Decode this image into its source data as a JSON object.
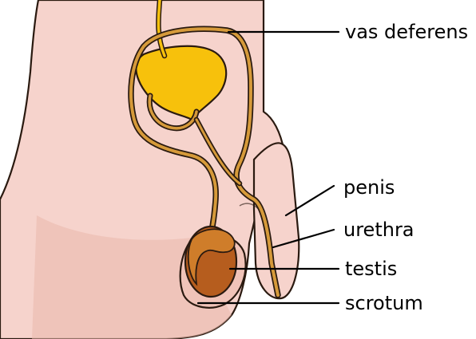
{
  "labels": {
    "vas_deferens": "vas deferens",
    "penis": "penis",
    "urethra": "urethra",
    "testis": "testis",
    "scrotum": "scrotum"
  },
  "colors": {
    "skin": "#f6d3cc",
    "skin_shadow": "#e6b2a6",
    "outline": "#2a1a10",
    "duct": "#d69a3a",
    "bladder": "#f7c10c",
    "testis": "#b65d1e",
    "epididymis": "#cf7d2a",
    "text": "#000000"
  }
}
